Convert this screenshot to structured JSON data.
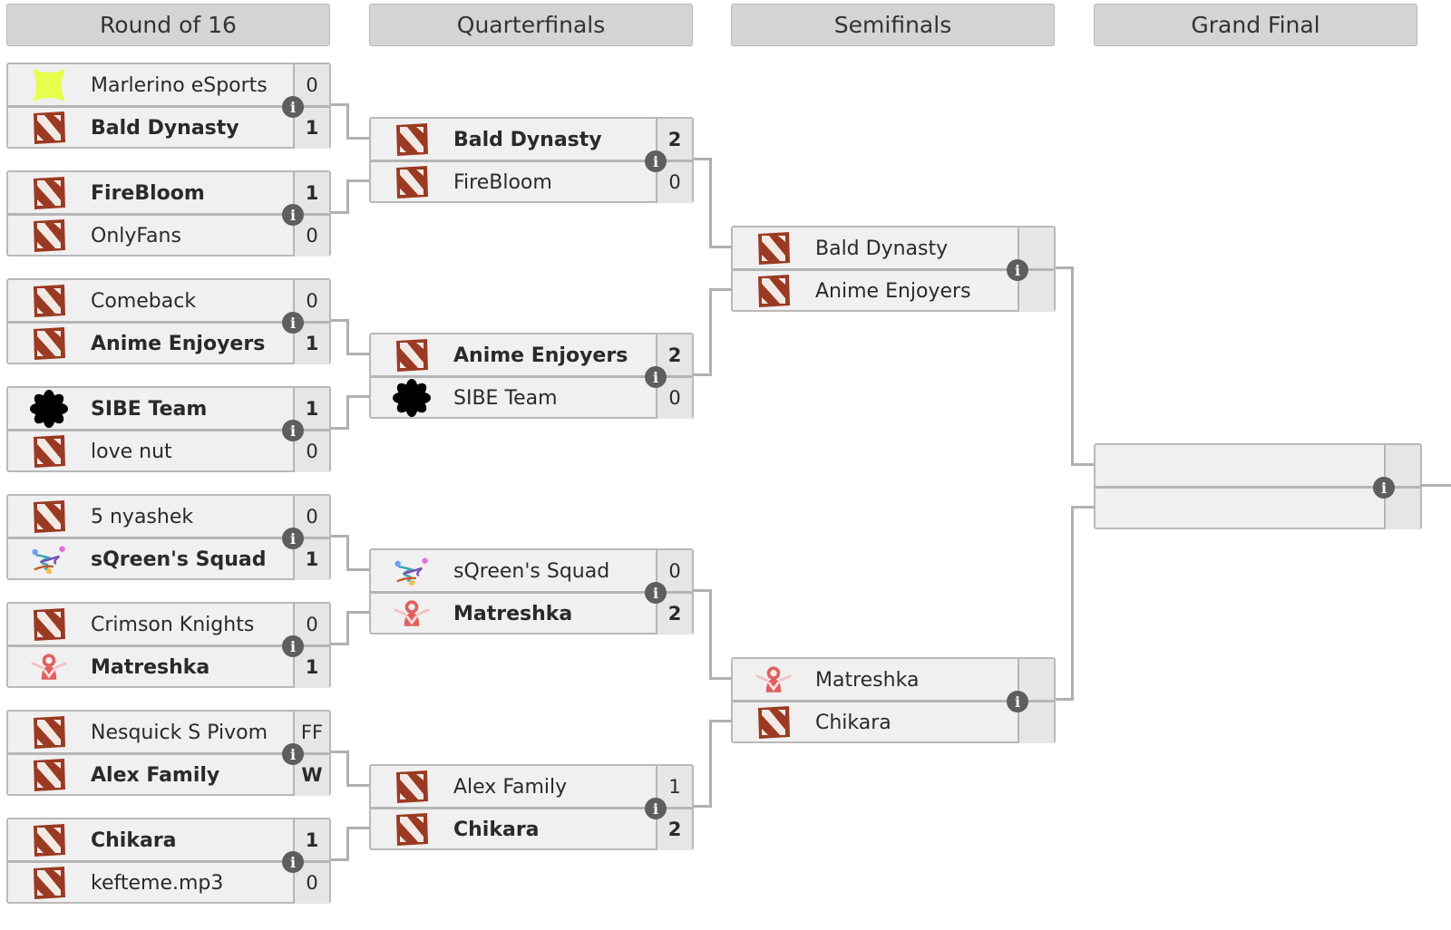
{
  "rounds": [
    {
      "label": "Round of 16"
    },
    {
      "label": "Quarterfinals"
    },
    {
      "label": "Semifinals"
    },
    {
      "label": "Grand Final"
    }
  ],
  "info_icon_glyph": "i",
  "logos": {
    "dota": {
      "name": "dota-logo-icon",
      "color": "#9b3a22"
    },
    "star": {
      "name": "yellow-star-logo-icon",
      "color": "#e6ff4d"
    },
    "flower": {
      "name": "black-flower-logo-icon",
      "color": "#000000"
    },
    "squad": {
      "name": "sqreens-squad-logo-icon"
    },
    "matreshka": {
      "name": "matreshka-logo-icon",
      "color": "#e06060"
    }
  },
  "matches": {
    "r16": [
      {
        "teams": [
          {
            "name": "Marlerino eSports",
            "logo": "star",
            "score": "0",
            "win": false
          },
          {
            "name": "Bald Dynasty",
            "logo": "dota",
            "score": "1",
            "win": true
          }
        ]
      },
      {
        "teams": [
          {
            "name": "FireBloom",
            "logo": "dota",
            "score": "1",
            "win": true
          },
          {
            "name": "OnlyFans",
            "logo": "dota",
            "score": "0",
            "win": false
          }
        ]
      },
      {
        "teams": [
          {
            "name": "Comeback",
            "logo": "dota",
            "score": "0",
            "win": false
          },
          {
            "name": "Anime Enjoyers",
            "logo": "dota",
            "score": "1",
            "win": true
          }
        ]
      },
      {
        "teams": [
          {
            "name": "SIBE Team",
            "logo": "flower",
            "score": "1",
            "win": true
          },
          {
            "name": "love nut",
            "logo": "dota",
            "score": "0",
            "win": false
          }
        ]
      },
      {
        "teams": [
          {
            "name": "5 nyashek",
            "logo": "dota",
            "score": "0",
            "win": false
          },
          {
            "name": "sQreen's Squad",
            "logo": "squad",
            "score": "1",
            "win": true
          }
        ]
      },
      {
        "teams": [
          {
            "name": "Crimson Knights",
            "logo": "dota",
            "score": "0",
            "win": false
          },
          {
            "name": "Matreshka",
            "logo": "matreshka",
            "score": "1",
            "win": true
          }
        ]
      },
      {
        "teams": [
          {
            "name": "Nesquick S Pivom",
            "logo": "dota",
            "score": "FF",
            "win": false
          },
          {
            "name": "Alex Family",
            "logo": "dota",
            "score": "W",
            "win": true
          }
        ]
      },
      {
        "teams": [
          {
            "name": "Chikara",
            "logo": "dota",
            "score": "1",
            "win": true
          },
          {
            "name": "kefteme.mp3",
            "logo": "dota",
            "score": "0",
            "win": false
          }
        ]
      }
    ],
    "qf": [
      {
        "teams": [
          {
            "name": "Bald Dynasty",
            "logo": "dota",
            "score": "2",
            "win": true
          },
          {
            "name": "FireBloom",
            "logo": "dota",
            "score": "0",
            "win": false
          }
        ]
      },
      {
        "teams": [
          {
            "name": "Anime Enjoyers",
            "logo": "dota",
            "score": "2",
            "win": true
          },
          {
            "name": "SIBE Team",
            "logo": "flower",
            "score": "0",
            "win": false
          }
        ]
      },
      {
        "teams": [
          {
            "name": "sQreen's Squad",
            "logo": "squad",
            "score": "0",
            "win": false
          },
          {
            "name": "Matreshka",
            "logo": "matreshka",
            "score": "2",
            "win": true
          }
        ]
      },
      {
        "teams": [
          {
            "name": "Alex Family",
            "logo": "dota",
            "score": "1",
            "win": false
          },
          {
            "name": "Chikara",
            "logo": "dota",
            "score": "2",
            "win": true
          }
        ]
      }
    ],
    "sf": [
      {
        "teams": [
          {
            "name": "Bald Dynasty",
            "logo": "dota",
            "score": "",
            "win": false
          },
          {
            "name": "Anime Enjoyers",
            "logo": "dota",
            "score": "",
            "win": false
          }
        ]
      },
      {
        "teams": [
          {
            "name": "Matreshka",
            "logo": "matreshka",
            "score": "",
            "win": false
          },
          {
            "name": "Chikara",
            "logo": "dota",
            "score": "",
            "win": false
          }
        ]
      }
    ],
    "gf": [
      {
        "teams": [
          {
            "name": "",
            "logo": "",
            "score": "",
            "win": false
          },
          {
            "name": "",
            "logo": "",
            "score": "",
            "win": false
          }
        ]
      }
    ]
  }
}
